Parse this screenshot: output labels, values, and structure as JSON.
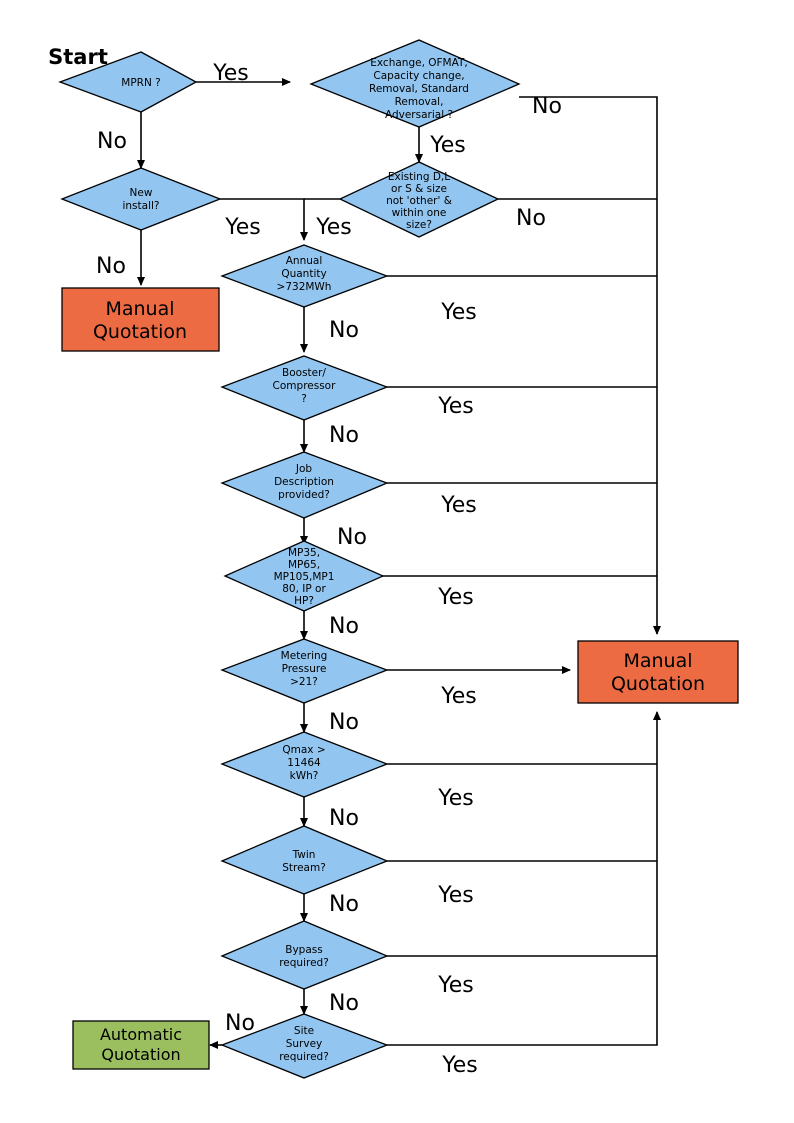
{
  "diagram": {
    "title_label": "Start",
    "colors": {
      "decision_fill": "#92C5F0",
      "manual_fill": "#ED6B43",
      "automatic_fill": "#9BBF5E",
      "stroke": "#000000",
      "background": "#FFFFFF"
    },
    "nodes": [
      {
        "id": "mprn",
        "type": "decision",
        "lines": [
          "MPRN ?"
        ]
      },
      {
        "id": "exchange",
        "type": "decision",
        "lines": [
          "Exchange, OFMAT,",
          "Capacity change,",
          "Removal, Standard",
          "Removal,",
          "Adversarial ?"
        ]
      },
      {
        "id": "newinstall",
        "type": "decision",
        "lines": [
          "New",
          "install?"
        ]
      },
      {
        "id": "existing",
        "type": "decision",
        "lines": [
          "Existing D,L",
          "or S & size",
          "not 'other' &",
          "within one",
          "size?"
        ]
      },
      {
        "id": "annual",
        "type": "decision",
        "lines": [
          "Annual",
          "Quantity",
          ">732MWh"
        ]
      },
      {
        "id": "booster",
        "type": "decision",
        "lines": [
          "Booster/",
          "Compressor",
          "?"
        ]
      },
      {
        "id": "jobdesc",
        "type": "decision",
        "lines": [
          "Job",
          "Description",
          "provided?"
        ]
      },
      {
        "id": "mpclass",
        "type": "decision",
        "lines": [
          "MP35,",
          "MP65,",
          "MP105,MP1",
          "80, IP or",
          "HP?"
        ]
      },
      {
        "id": "metering",
        "type": "decision",
        "lines": [
          "Metering",
          "Pressure",
          ">21?"
        ]
      },
      {
        "id": "qmax",
        "type": "decision",
        "lines": [
          "Qmax >",
          "11464",
          "kWh?"
        ]
      },
      {
        "id": "twin",
        "type": "decision",
        "lines": [
          "Twin",
          "Stream?"
        ]
      },
      {
        "id": "bypass",
        "type": "decision",
        "lines": [
          "Bypass",
          "required?"
        ]
      },
      {
        "id": "sitesurvey",
        "type": "decision",
        "lines": [
          "Site",
          "Survey",
          "required?"
        ]
      },
      {
        "id": "manual_left",
        "type": "terminal-manual",
        "lines": [
          "Manual",
          "Quotation"
        ]
      },
      {
        "id": "manual_right",
        "type": "terminal-manual",
        "lines": [
          "Manual",
          "Quotation"
        ]
      },
      {
        "id": "automatic",
        "type": "terminal-automatic",
        "lines": [
          "Automatic",
          "Quotation"
        ]
      }
    ],
    "edge_labels": [
      {
        "id": "mprn-yes",
        "text": "Yes"
      },
      {
        "id": "mprn-no",
        "text": "No"
      },
      {
        "id": "exchange-no",
        "text": "No"
      },
      {
        "id": "exchange-yes",
        "text": "Yes"
      },
      {
        "id": "newinstall-yes",
        "text": "Yes"
      },
      {
        "id": "newinstall-no",
        "text": "No"
      },
      {
        "id": "existing-yes",
        "text": "Yes"
      },
      {
        "id": "existing-no",
        "text": "No"
      },
      {
        "id": "annual-yes",
        "text": "Yes"
      },
      {
        "id": "annual-no",
        "text": "No"
      },
      {
        "id": "booster-yes",
        "text": "Yes"
      },
      {
        "id": "booster-no",
        "text": "No"
      },
      {
        "id": "jobdesc-yes",
        "text": "Yes"
      },
      {
        "id": "jobdesc-no",
        "text": "No"
      },
      {
        "id": "mpclass-yes",
        "text": "Yes"
      },
      {
        "id": "mpclass-no",
        "text": "No"
      },
      {
        "id": "metering-yes",
        "text": "Yes"
      },
      {
        "id": "metering-no",
        "text": "No"
      },
      {
        "id": "qmax-yes",
        "text": "Yes"
      },
      {
        "id": "qmax-no",
        "text": "No"
      },
      {
        "id": "twin-yes",
        "text": "Yes"
      },
      {
        "id": "twin-no",
        "text": "No"
      },
      {
        "id": "bypass-yes",
        "text": "Yes"
      },
      {
        "id": "bypass-no",
        "text": "No"
      },
      {
        "id": "sitesurvey-yes",
        "text": "Yes"
      },
      {
        "id": "sitesurvey-no",
        "text": "No"
      }
    ]
  },
  "chart_data": {
    "type": "diagram",
    "title": "Start",
    "flow": [
      {
        "from": "Start",
        "to": "MPRN ?"
      },
      {
        "from": "MPRN ?",
        "yes": "Exchange, OFMAT, Capacity change, Removal, Standard Removal, Adversarial ?",
        "no": "New install?"
      },
      {
        "from": "Exchange, OFMAT, Capacity change, Removal, Standard Removal, Adversarial ?",
        "yes": "Existing D,L or S & size not 'other' & within one size?",
        "no": "Manual Quotation"
      },
      {
        "from": "New install?",
        "yes": "Annual Quantity >732MWh",
        "no": "Manual Quotation"
      },
      {
        "from": "Existing D,L or S & size not 'other' & within one size?",
        "yes": "Annual Quantity >732MWh",
        "no": "Manual Quotation"
      },
      {
        "from": "Annual Quantity >732MWh",
        "yes": "Manual Quotation",
        "no": "Booster/Compressor ?"
      },
      {
        "from": "Booster/Compressor ?",
        "yes": "Manual Quotation",
        "no": "Job Description provided?"
      },
      {
        "from": "Job Description provided?",
        "yes": "Manual Quotation",
        "no": "MP35, MP65, MP105,MP180, IP or HP?"
      },
      {
        "from": "MP35, MP65, MP105,MP180, IP or HP?",
        "yes": "Manual Quotation",
        "no": "Metering Pressure >21?"
      },
      {
        "from": "Metering Pressure >21?",
        "yes": "Manual Quotation",
        "no": "Qmax > 11464 kWh?"
      },
      {
        "from": "Qmax > 11464 kWh?",
        "yes": "Manual Quotation",
        "no": "Twin Stream?"
      },
      {
        "from": "Twin Stream?",
        "yes": "Manual Quotation",
        "no": "Bypass required?"
      },
      {
        "from": "Bypass required?",
        "yes": "Manual Quotation",
        "no": "Site Survey required?"
      },
      {
        "from": "Site Survey required?",
        "yes": "Manual Quotation",
        "no": "Automatic Quotation"
      }
    ]
  }
}
